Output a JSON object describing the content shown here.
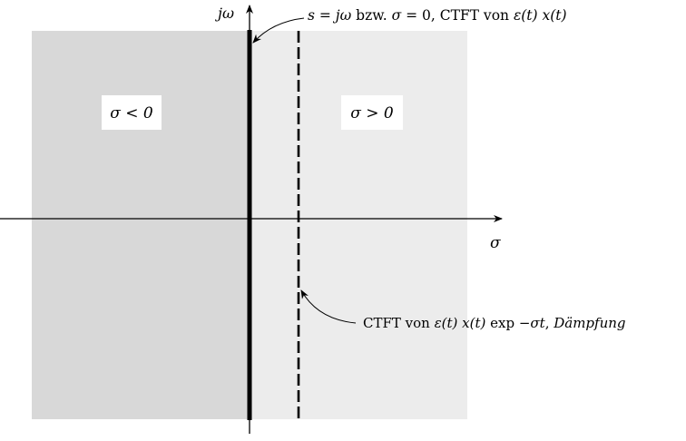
{
  "colors": {
    "left_half_plane": "#d8d8d8",
    "right_half_plane": "#ececec",
    "label_box": "#ffffff",
    "ink": "#000000"
  },
  "axes": {
    "vertical_label": "jω",
    "horizontal_label": "σ"
  },
  "regions": {
    "left_label": "σ < 0",
    "right_label": "σ > 0"
  },
  "annotations": {
    "imag_axis_note": {
      "p1": "s = ",
      "p2": "jω",
      "p3": " bzw. ",
      "p4": "σ",
      "p5": " = 0, CTFT von ",
      "p6": "ε(t) x(t)"
    },
    "dashed_line_note": {
      "p1": "CTFT von ",
      "p2": "ε(t) x(t)",
      "p3": " exp −",
      "p4": "σt",
      "p5": ", ",
      "p6": "Dämpfung"
    }
  },
  "icons": {
    "arrowheads": "arrow-icon"
  }
}
